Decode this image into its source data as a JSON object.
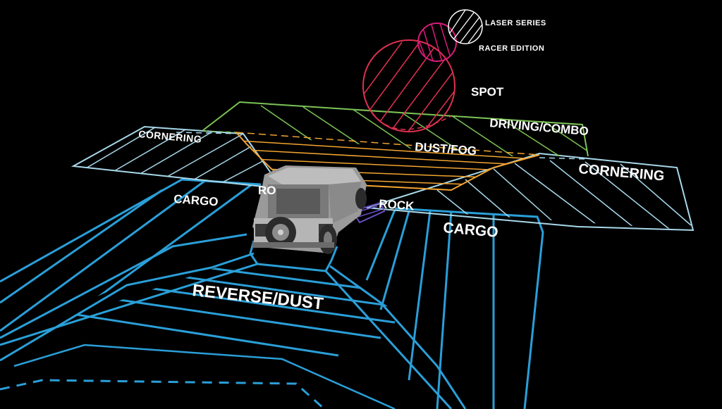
{
  "legend": {
    "laser_series": "LASER SERIES",
    "racer_edition": "RACER EDITION"
  },
  "zones": {
    "spot": "SPOT",
    "driving_combo": "DRIVING/COMBO",
    "dust_fog": "DUST/FOG",
    "cornering_left": "CORNERING",
    "cornering_right": "CORNERING",
    "cargo_left": "CARGO",
    "cargo_right": "CARGO",
    "rock": "ROCK",
    "partial_left": "RO",
    "reverse_dust": "REVERSE/DUST"
  },
  "colors": {
    "background": "#000000",
    "label": "#ffffff",
    "laser_series": "#ffffff",
    "racer_edition": "#d81b7a",
    "spot": "#e0304f",
    "driving_combo": "#7cc456",
    "dust_fog": "#f2a431",
    "cornering": "#a8d8ea",
    "cargo": "#2a9fd8",
    "reverse": "#2a9fd8",
    "rock": "#6a4fc2"
  },
  "vehicle": "jeep-rear-view"
}
